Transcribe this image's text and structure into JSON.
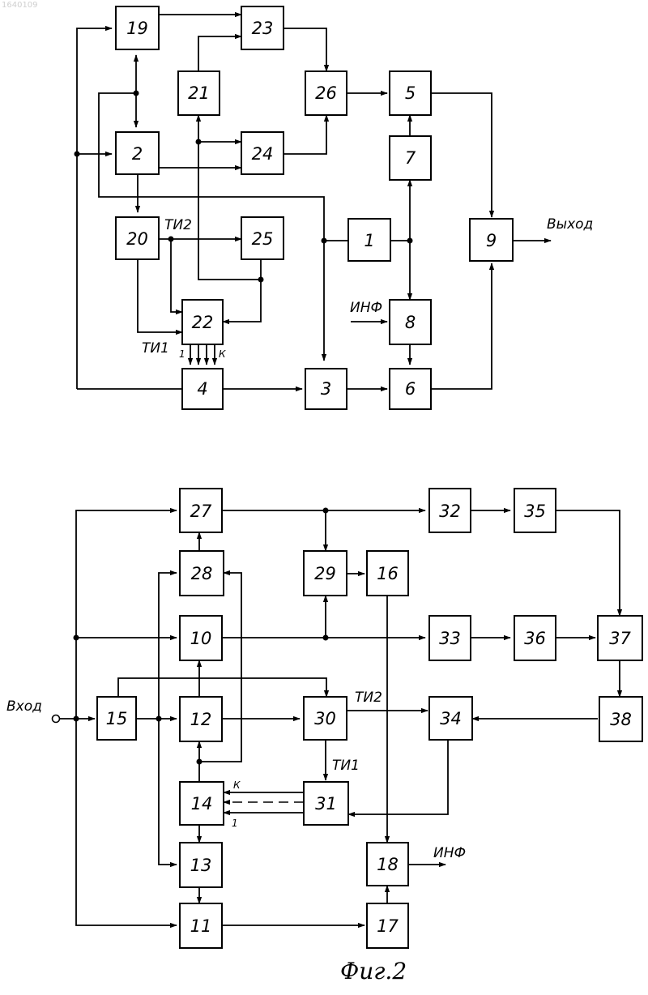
{
  "doc_number": "1640109",
  "fig_caption": "Фиг.2",
  "fig1": {
    "blocks": [
      "1",
      "2",
      "3",
      "4",
      "5",
      "6",
      "7",
      "8",
      "9",
      "19",
      "20",
      "21",
      "22",
      "23",
      "24",
      "25",
      "26"
    ],
    "output_label": "Выход",
    "inf_label": "ИНФ",
    "ti1_label": "ТИ1",
    "ti2_label": "ТИ2",
    "bus_first": "1",
    "bus_last": "К"
  },
  "fig2": {
    "blocks": [
      "10",
      "11",
      "12",
      "13",
      "14",
      "15",
      "16",
      "17",
      "18",
      "27",
      "28",
      "29",
      "30",
      "31",
      "32",
      "33",
      "34",
      "35",
      "36",
      "37",
      "38"
    ],
    "input_label": "Вход",
    "inf_label": "ИНФ",
    "ti1_label": "ТИ1",
    "ti2_label": "ТИ2",
    "bus_first": "1",
    "bus_last": "К"
  }
}
